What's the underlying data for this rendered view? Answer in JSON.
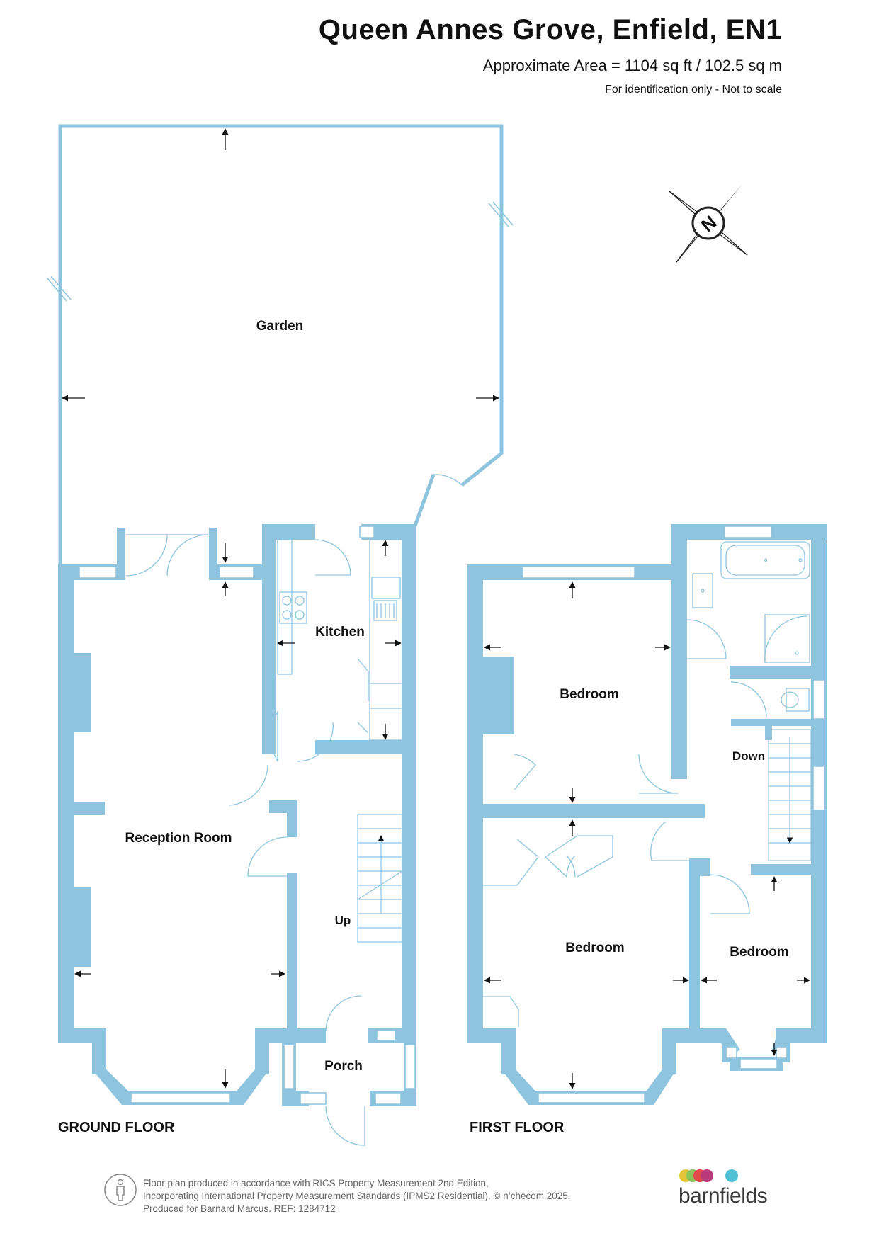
{
  "header": {
    "title": "Queen Annes Grove, Enfield, EN1",
    "area": "Approximate Area = 1104 sq ft / 102.5 sq m",
    "note": "For identification only - Not to scale"
  },
  "rooms": {
    "garden": "Garden",
    "kitchen": "Kitchen",
    "reception": "Reception Room",
    "porch": "Porch",
    "up": "Up",
    "down": "Down",
    "bedroom_1": "Bedroom",
    "bedroom_2": "Bedroom",
    "bedroom_3": "Bedroom"
  },
  "floors": {
    "ground": "GROUND FLOOR",
    "first": "FIRST FLOOR"
  },
  "compass": {
    "letter": "N"
  },
  "footer": {
    "line1": "Floor plan produced in accordance with RICS Property Measurement 2nd Edition,",
    "line2": "Incorporating International Property Measurement Standards (IPMS2 Residential).  © n’checom 2025.",
    "line3": "Produced for Barnard Marcus.   REF:  1284712"
  },
  "brand": {
    "name": "barnfields",
    "dot_colors": [
      "#e5c338",
      "#8cc35a",
      "#e0484c",
      "#b93a7a",
      "#4fc1d2"
    ]
  },
  "colors": {
    "wall": "#8ec4de",
    "line": "#8ec4de"
  }
}
